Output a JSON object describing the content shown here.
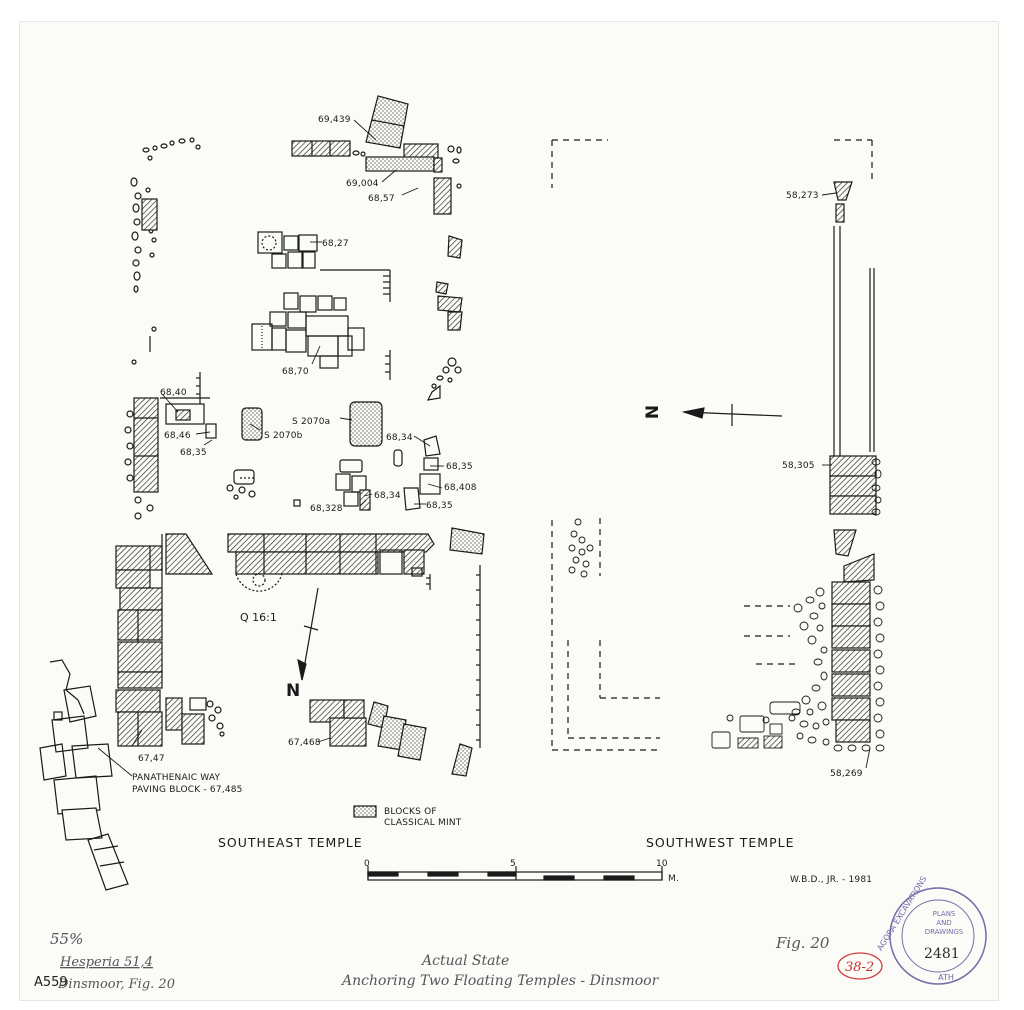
{
  "labels": {
    "e69439": "69,439",
    "e69004": "69,004",
    "e6857": "68,57",
    "e6827": "68,27",
    "e6870": "68,70",
    "e6840": "68,40",
    "e6846": "68,46",
    "e6835a": "68,35",
    "s2070a": "S 2070a",
    "s2070b": "S 2070b",
    "e6834a": "68,34",
    "e6835b": "68,35",
    "e68408": "68,408",
    "e6834b": "68,34",
    "e68328": "68,328",
    "e6835c": "68,35",
    "q161": "Q 16:1",
    "e6747": "67,47",
    "e67468": "67,468",
    "e58273": "58,273",
    "e58305": "58,305",
    "e58269": "58,269",
    "panathenaic_1": "PANATHENAIC WAY",
    "panathenaic_2": "PAVING BLOCK - 67,485",
    "north_left": "N",
    "north_right": "N"
  },
  "legend": {
    "line1": "BLOCKS OF",
    "line2": "CLASSICAL MINT"
  },
  "titles": {
    "southeast": "SOUTHEAST TEMPLE",
    "southwest": "SOUTHWEST TEMPLE"
  },
  "scale": {
    "t0": "0",
    "t5": "5",
    "t10": "10",
    "unit": "M."
  },
  "credit": "W.B.D., JR. - 1981",
  "stamp": {
    "top": "AGORA EXCAVATIONS",
    "middle1": "PLANS",
    "middle2": "AND",
    "middle3": "DRAWINGS",
    "number": "2481",
    "bottom": "ATH"
  },
  "annotations": {
    "pct": "55%",
    "ref1": "Hesperia 51,4",
    "ref2": "Dinsmoor, Fig. 20",
    "id": "A559",
    "note1": "Actual State",
    "note2": "Anchoring Two Floating Temples - Dinsmoor",
    "fig": "Fig. 20",
    "num": "38-2"
  }
}
